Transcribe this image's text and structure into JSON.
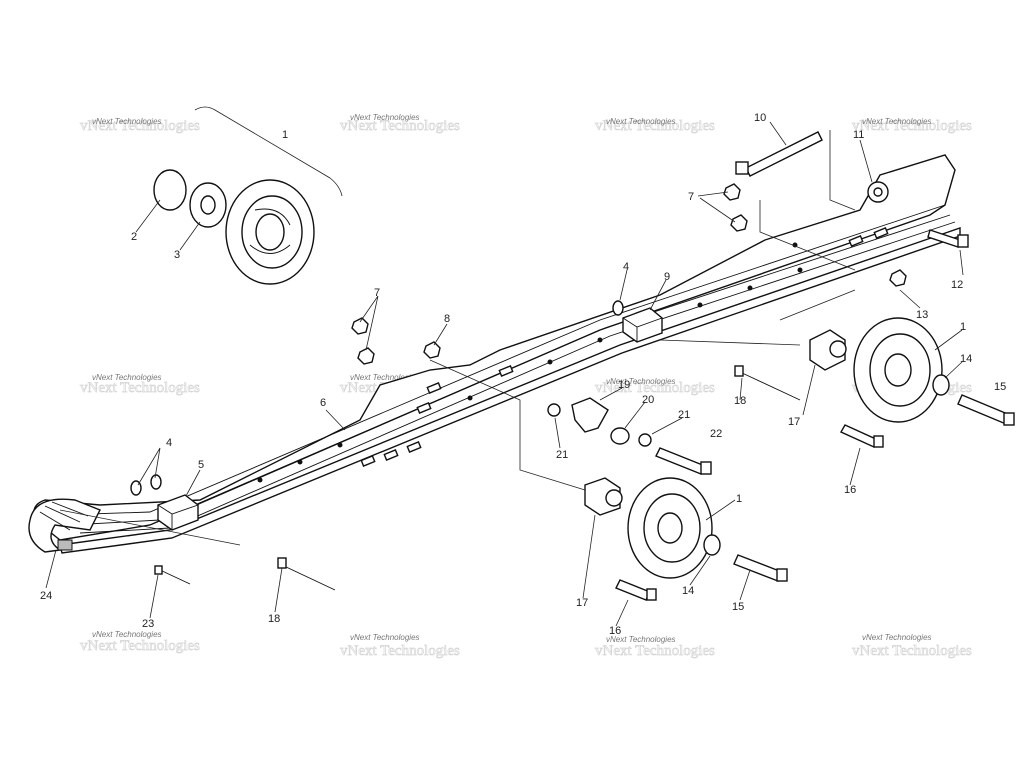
{
  "watermark": {
    "text": "vNext Technologies"
  },
  "callouts": {
    "c1_top": "1",
    "c2": "2",
    "c3": "3",
    "c10": "10",
    "c11": "11",
    "c7_top": "7",
    "c12": "12",
    "c4_mid": "4",
    "c9": "9",
    "c7_left": "7",
    "c8": "8",
    "c13": "13",
    "c1_right": "1",
    "c14_right": "14",
    "c15_right": "15",
    "c6": "6",
    "c19": "19",
    "c20": "20",
    "c21_a": "21",
    "c21_b": "21",
    "c18_mid": "18",
    "c17_right": "17",
    "c16_right": "16",
    "c22": "22",
    "c4_left": "4",
    "c5": "5",
    "c1_bottom": "1",
    "c24": "24",
    "c23": "23",
    "c18_bottom": "18",
    "c17_bottom": "17",
    "c14_bottom": "14",
    "c15_bottom": "15",
    "c16_bottom": "16"
  }
}
